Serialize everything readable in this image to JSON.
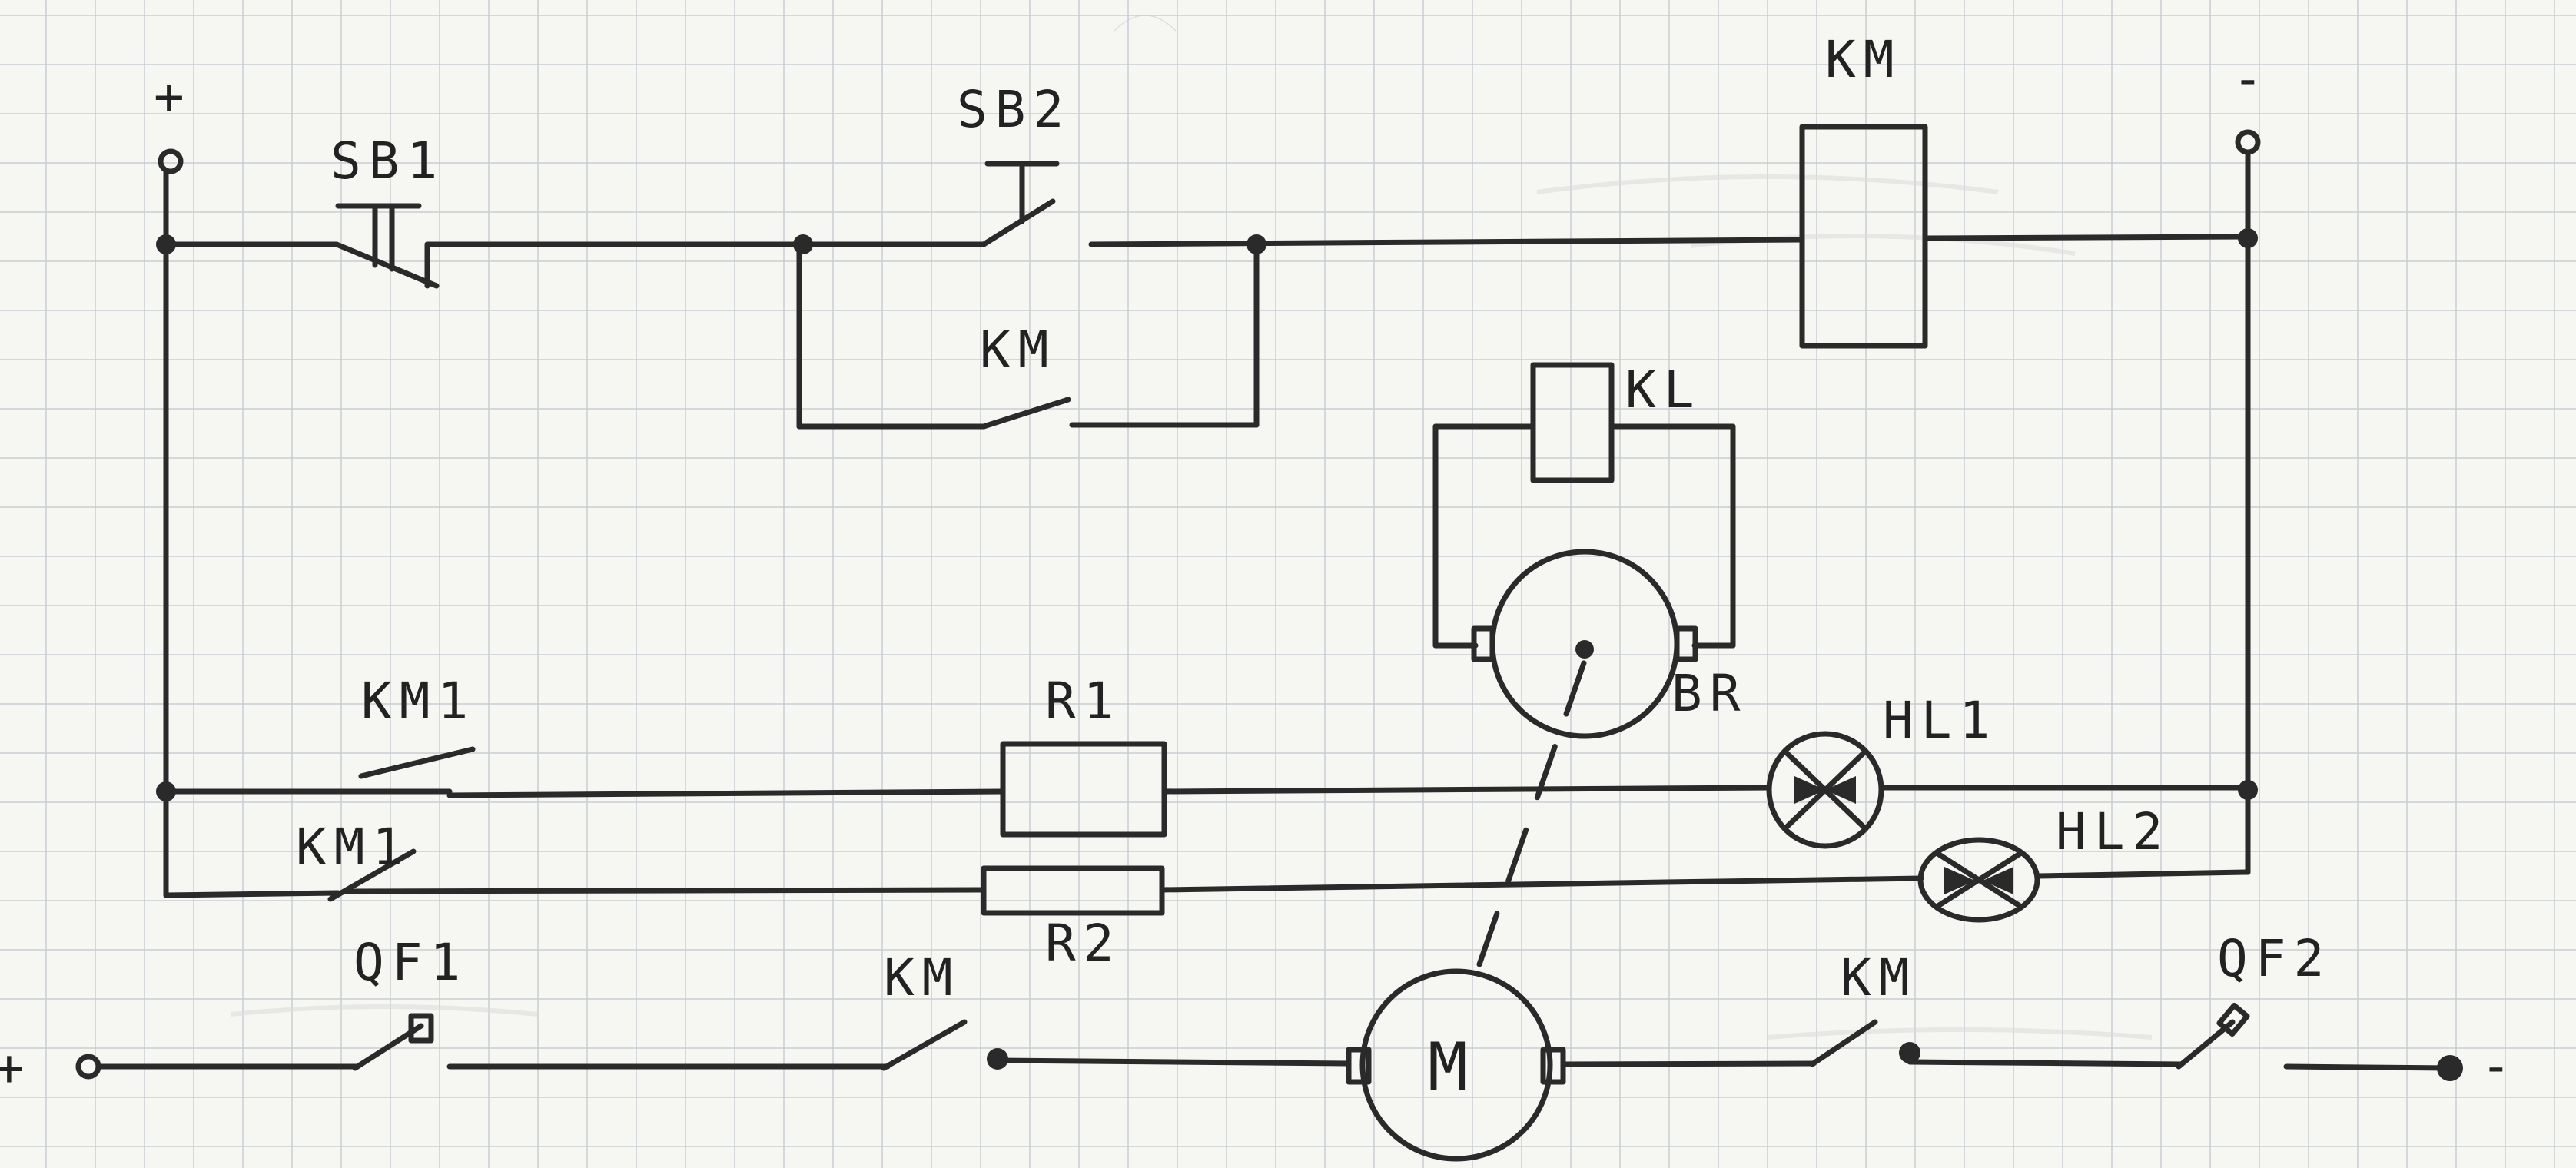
{
  "labels": {
    "plus": "+",
    "minus": "-",
    "sb1": "SB1",
    "sb2": "SB2",
    "km_coil": "KM",
    "km_hold": "KM",
    "kl": "KL",
    "br": "BR",
    "km1_upper": "KM1",
    "km1_lower": "KM1",
    "r1": "R1",
    "r2": "R2",
    "hl1": "HL1",
    "hl2": "HL2",
    "qf1": "QF1",
    "km_power_left": "KM",
    "km_power_right": "KM",
    "qf2": "QF2",
    "motor": "M",
    "power_plus": "+",
    "power_minus": "-"
  },
  "colors": {
    "ink": "#2a2a2a",
    "paper": "#f6f6f3",
    "grid": "#c9cdd3"
  }
}
